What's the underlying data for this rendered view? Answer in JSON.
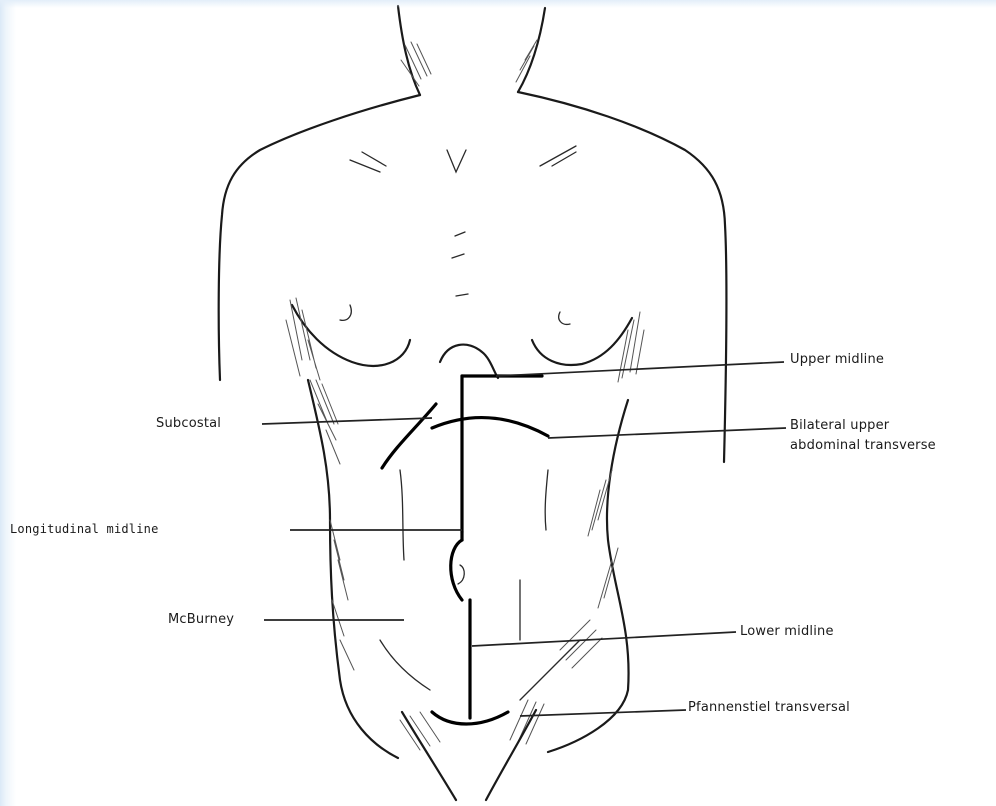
{
  "labels": {
    "upper_midline": "Upper midline",
    "subcostal": "Subcostal",
    "bilateral_upper": "Bilateral upper",
    "abdominal_transverse": "abdominal transverse",
    "longitudinal_midline": "Longitudinal midline",
    "mcburney": "McBurney",
    "lower_midline": "Lower midline",
    "pfannenstiel": "Pfannenstiel transversal"
  }
}
